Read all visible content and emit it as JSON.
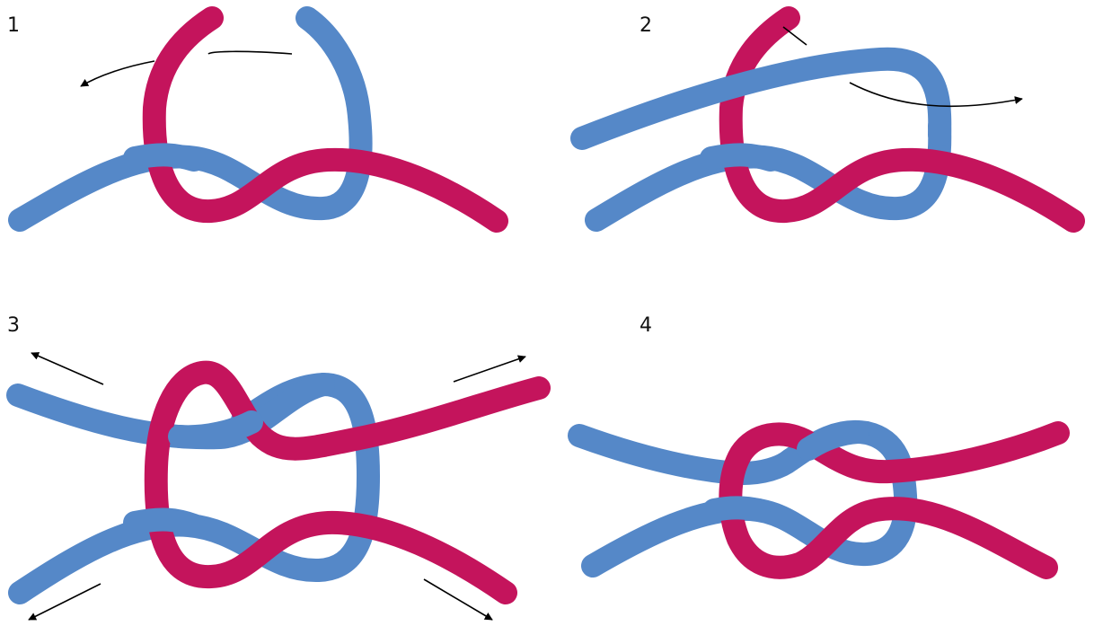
{
  "colors": {
    "rope_a": "#5588c8",
    "rope_b": "#c4145c",
    "arrow": "#000000",
    "background": "#ffffff"
  },
  "steps": [
    {
      "label": "1"
    },
    {
      "label": "2"
    },
    {
      "label": "3"
    },
    {
      "label": "4"
    }
  ]
}
